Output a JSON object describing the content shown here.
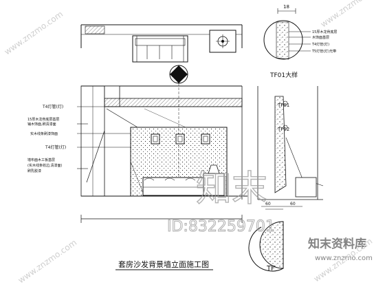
{
  "drawing": {
    "title": "套房沙发背景墙立面施工图",
    "detail_title_1": "TF01大样",
    "detail_title_2_partial": "TF",
    "detail_tag_a": "TF01",
    "detail_tag_b": "TF02",
    "dim_top": "18",
    "dim_bottom_left": "60",
    "dim_bottom_right": "60"
  },
  "annotations": {
    "left": [
      "T4灯管(灯)",
      "15厚木龙骨底层基层",
      "铺木饰面,刷清漆面",
      "实木线条刷漆饰面",
      "T4灯管(灯)",
      "墙布面木工板基层",
      "(实木线条收边,清漆面)",
      "刷乳胶漆"
    ],
    "detail": [
      "15厚木龙骨底层",
      "木饰面基层",
      "T4灯管(灯)",
      "T5灯管(灯)光带"
    ]
  },
  "watermark": {
    "brand_cn": "知末",
    "id_text": "ID:832259701",
    "site_cn": "知末资料库",
    "site_url": "www.znzmo.com",
    "diag_url": "www.znzmo.com"
  }
}
